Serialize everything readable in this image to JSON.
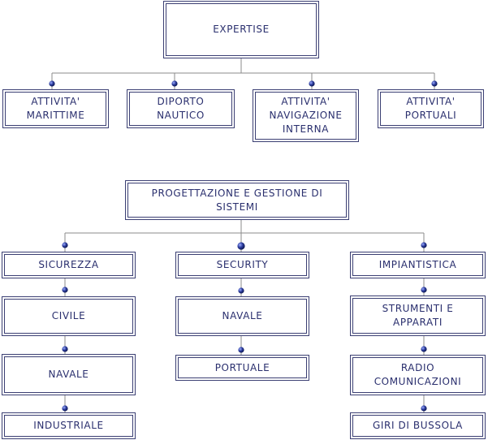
{
  "colors": {
    "line": "#8b8b8b",
    "border": "#3b3f73",
    "text": "#2a2f6e",
    "node": "#2a3a9c"
  },
  "root1": {
    "label": "EXPERTISE"
  },
  "branch1": [
    {
      "label": "ATTIVITA'\nMARITTIME"
    },
    {
      "label": "DIPORTO\nNAUTICO"
    },
    {
      "label": "ATTIVITA'\nNAVIGAZIONE\nINTERNA"
    },
    {
      "label": "ATTIVITA'\nPORTUALI"
    }
  ],
  "root2": {
    "label": "PROGETTAZIONE E GESTIONE DI\nSISTEMI"
  },
  "columns": [
    {
      "items": [
        {
          "label": "SICUREZZA"
        },
        {
          "label": "CIVILE"
        },
        {
          "label": "NAVALE"
        },
        {
          "label": "INDUSTRIALE"
        }
      ]
    },
    {
      "items": [
        {
          "label": "SECURITY"
        },
        {
          "label": "NAVALE"
        },
        {
          "label": "PORTUALE"
        }
      ]
    },
    {
      "items": [
        {
          "label": "IMPIANTISTICA"
        },
        {
          "label": "STRUMENTI E\nAPPARATI"
        },
        {
          "label": "RADIO\nCOMUNICAZIONI"
        },
        {
          "label": "GIRI DI BUSSOLA"
        }
      ]
    }
  ]
}
